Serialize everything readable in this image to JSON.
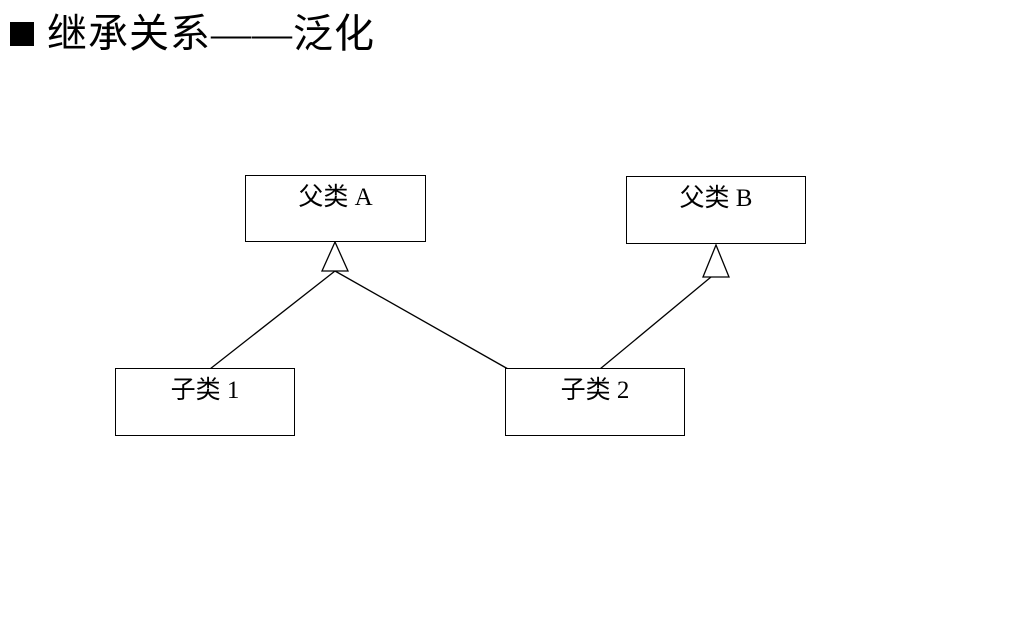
{
  "page": {
    "background_color": "#ffffff",
    "title": {
      "bullet_icon": "black-square",
      "text": "继承关系——泛化"
    }
  },
  "diagram": {
    "type": "uml-class-generalization",
    "nodes": [
      {
        "id": "parent-a",
        "label": "父类 A"
      },
      {
        "id": "parent-b",
        "label": "父类 B"
      },
      {
        "id": "child-1",
        "label": "子类 1"
      },
      {
        "id": "child-2",
        "label": "子类 2"
      }
    ],
    "edges": [
      {
        "from": "child-1",
        "to": "parent-a",
        "type": "generalization",
        "arrowhead": "hollow-triangle"
      },
      {
        "from": "child-2",
        "to": "parent-a",
        "type": "generalization",
        "arrowhead": "hollow-triangle"
      },
      {
        "from": "child-2",
        "to": "parent-b",
        "type": "generalization",
        "arrowhead": "hollow-triangle"
      }
    ],
    "colors": {
      "line": "#000000",
      "box_border": "#000000",
      "box_fill": "#ffffff",
      "text": "#000000"
    }
  }
}
